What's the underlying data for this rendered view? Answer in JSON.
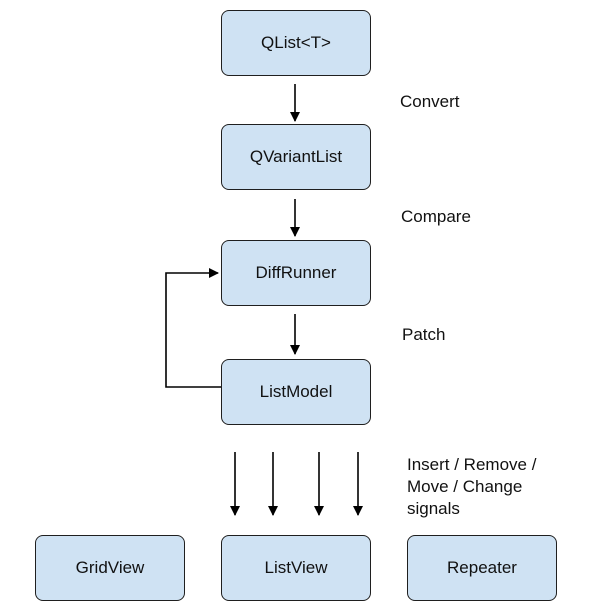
{
  "colors": {
    "node_fill": "#cfe2f3",
    "node_border": "#1f1f1f",
    "edge": "#000000"
  },
  "nodes": {
    "qlist": "QList<T>",
    "qvariantlist": "QVariantList",
    "diffrunner": "DiffRunner",
    "listmodel": "ListModel",
    "gridview": "GridView",
    "listview": "ListView",
    "repeater": "Repeater"
  },
  "edge_labels": {
    "convert": "Convert",
    "compare": "Compare",
    "patch": "Patch",
    "signals_line1": "Insert / Remove /",
    "signals_line2": "Move / Change",
    "signals_line3": "signals"
  }
}
